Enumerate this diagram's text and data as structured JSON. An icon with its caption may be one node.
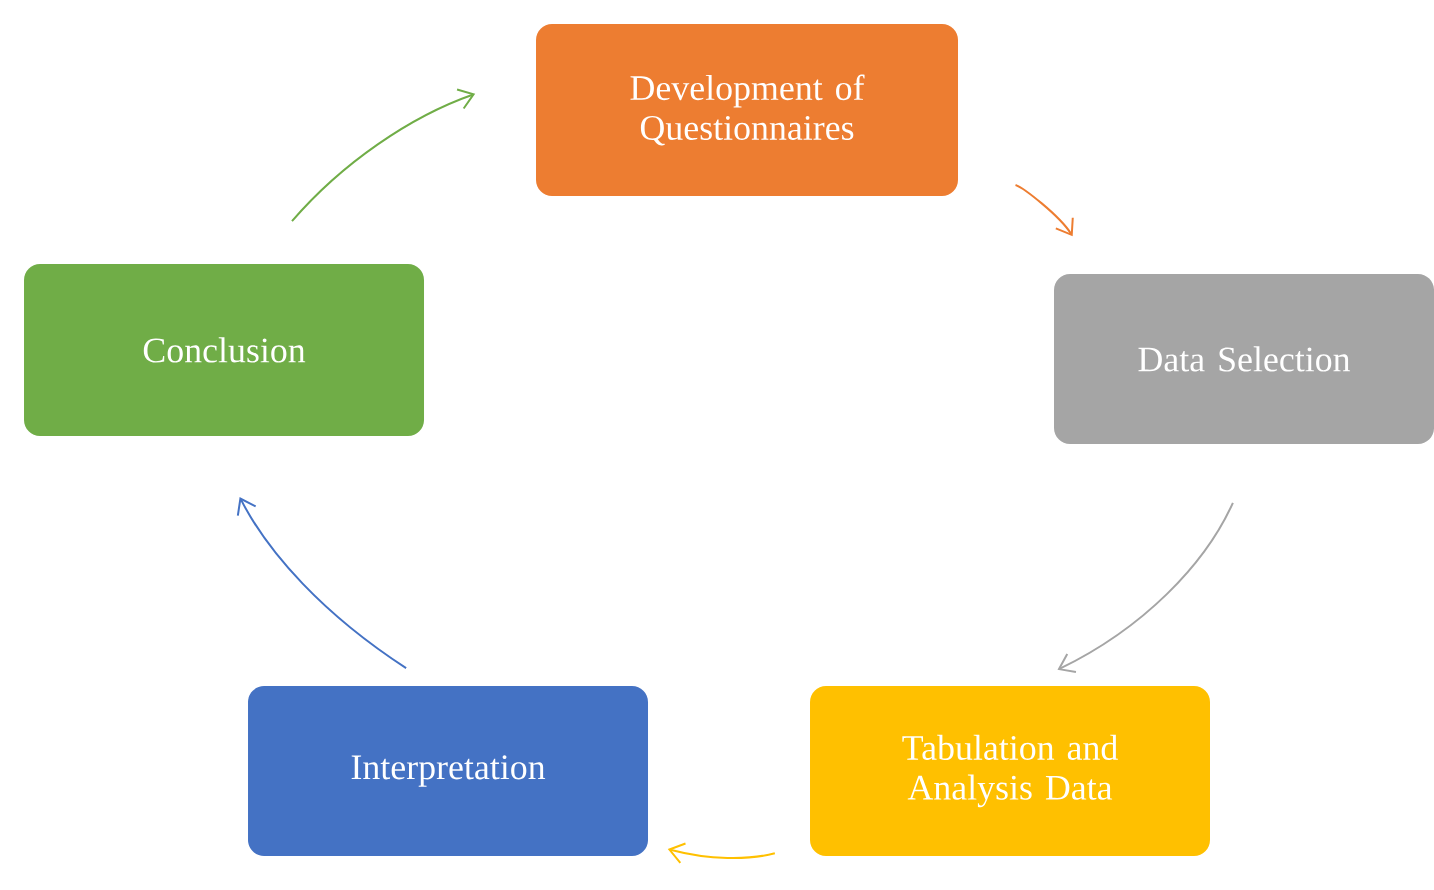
{
  "diagram": {
    "nodes": [
      {
        "text": [
          "Development of Questionnaires"
        ]
      },
      {
        "text": [
          "Data Selection"
        ]
      },
      {
        "text": [
          "Tabulation and Analysis Data"
        ]
      },
      {
        "text": [
          "Interpretation"
        ]
      },
      {
        "text": [
          "Conclusion"
        ]
      }
    ],
    "edges": [
      {
        "from": 0,
        "to": 1,
        "arrow": "to",
        "color": "#ed7d31"
      },
      {
        "from": 1,
        "to": 2,
        "arrow": "to",
        "color": "#a5a5a5"
      },
      {
        "from": 2,
        "to": 3,
        "arrow": "to",
        "color": "#ffc000"
      },
      {
        "from": 3,
        "to": 4,
        "arrow": "to",
        "color": "#4472c4"
      },
      {
        "from": 4,
        "to": 0,
        "arrow": "to",
        "color": "#70ad47"
      }
    ]
  }
}
